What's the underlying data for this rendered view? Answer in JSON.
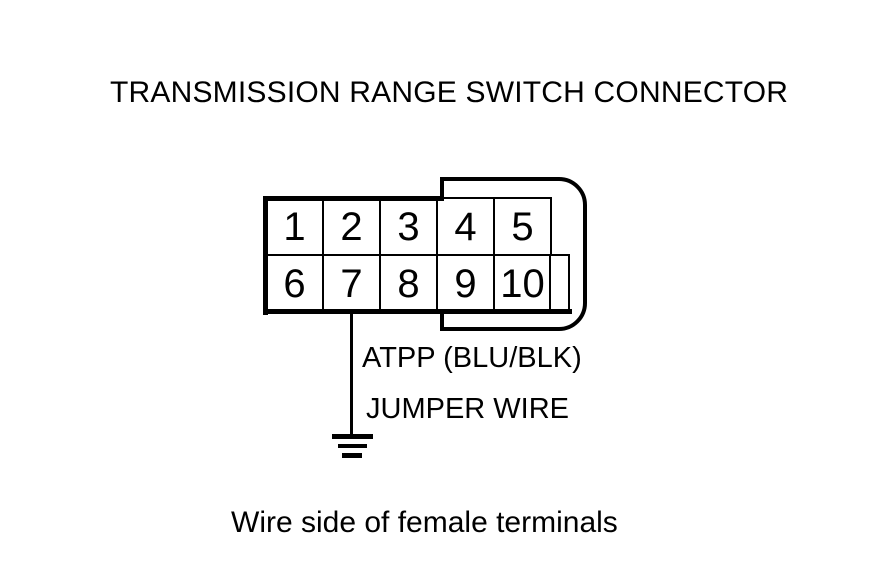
{
  "title": "TRANSMISSION RANGE SWITCH CONNECTOR",
  "connector": {
    "rows": [
      [
        "1",
        "2",
        "3",
        "4",
        "5"
      ],
      [
        "6",
        "7",
        "8",
        "9",
        "10"
      ]
    ],
    "wire_from_terminal": "7"
  },
  "wire": {
    "signal_label": "ATPP (BLU/BLK)",
    "type_label": "JUMPER WIRE"
  },
  "icons": {
    "ground": "ground-icon"
  },
  "caption": "Wire side of female terminals",
  "colors": {
    "line": "#000000",
    "background": "#ffffff"
  }
}
